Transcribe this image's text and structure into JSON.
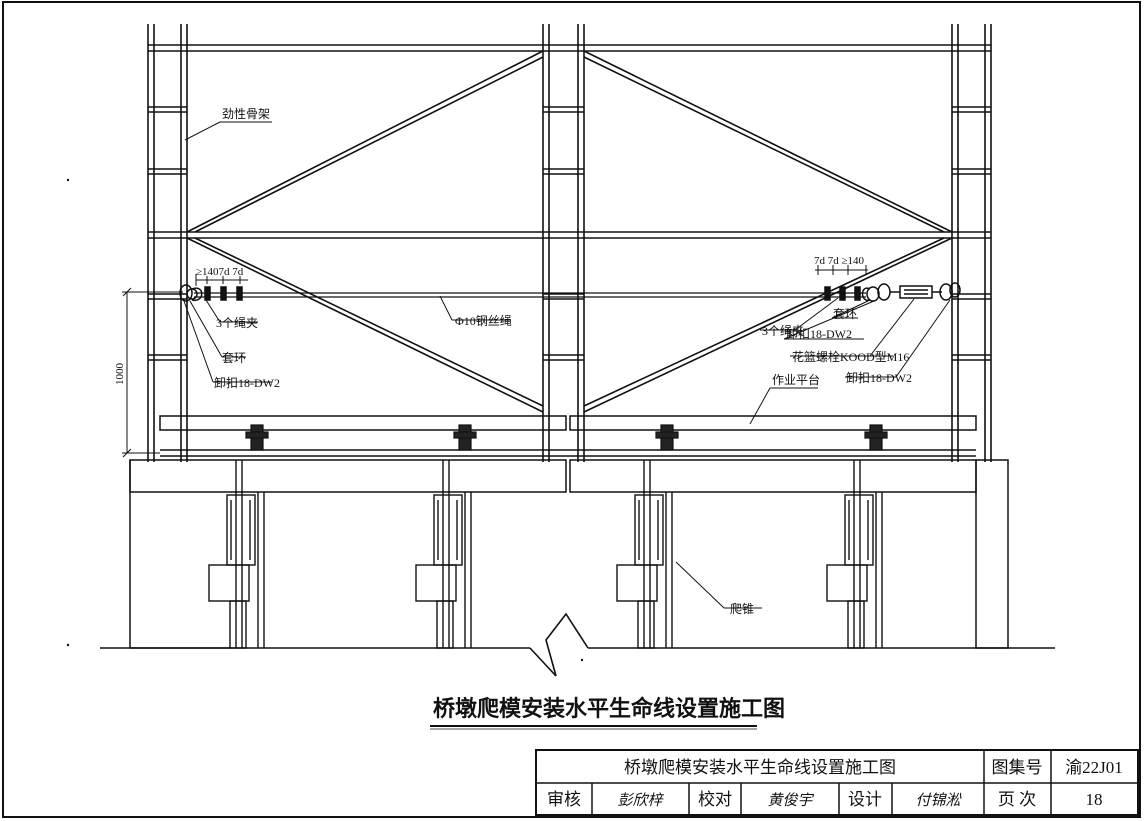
{
  "drawing": {
    "caption": "桥墩爬模安装水平生命线设置施工图",
    "labels": {
      "rigid_frame": "劲性骨架",
      "wire_rope": "Φ10钢丝绳",
      "left_clamps": "3个绳夹",
      "left_sleeve": "套环",
      "left_shackle": "卸扣18-DW2",
      "left_spacing": "≥1407d 7d",
      "right_spacing": "7d 7d ≥140",
      "right_clamps": "3个绳夹",
      "right_sleeve": "套环",
      "right_shackle_1": "卸扣18-DW2",
      "turnbuckle": "花篮螺栓KOOD型M16",
      "right_shackle_2": "卸扣18-DW2",
      "work_platform": "作业平台",
      "climbing_cone": "爬锥",
      "height_dim": "1000"
    }
  },
  "title_block": {
    "drawing_title": "桥墩爬模安装水平生命线设置施工图",
    "atlas_label": "图集号",
    "atlas_no": "渝22J01",
    "review_label": "审核",
    "review_sig": "彭欣梓",
    "check_label": "校对",
    "check_sig": "黄俊宇",
    "design_label": "设计",
    "design_sig": "付锦淞",
    "page_label": "页 次",
    "page_no": "18"
  }
}
